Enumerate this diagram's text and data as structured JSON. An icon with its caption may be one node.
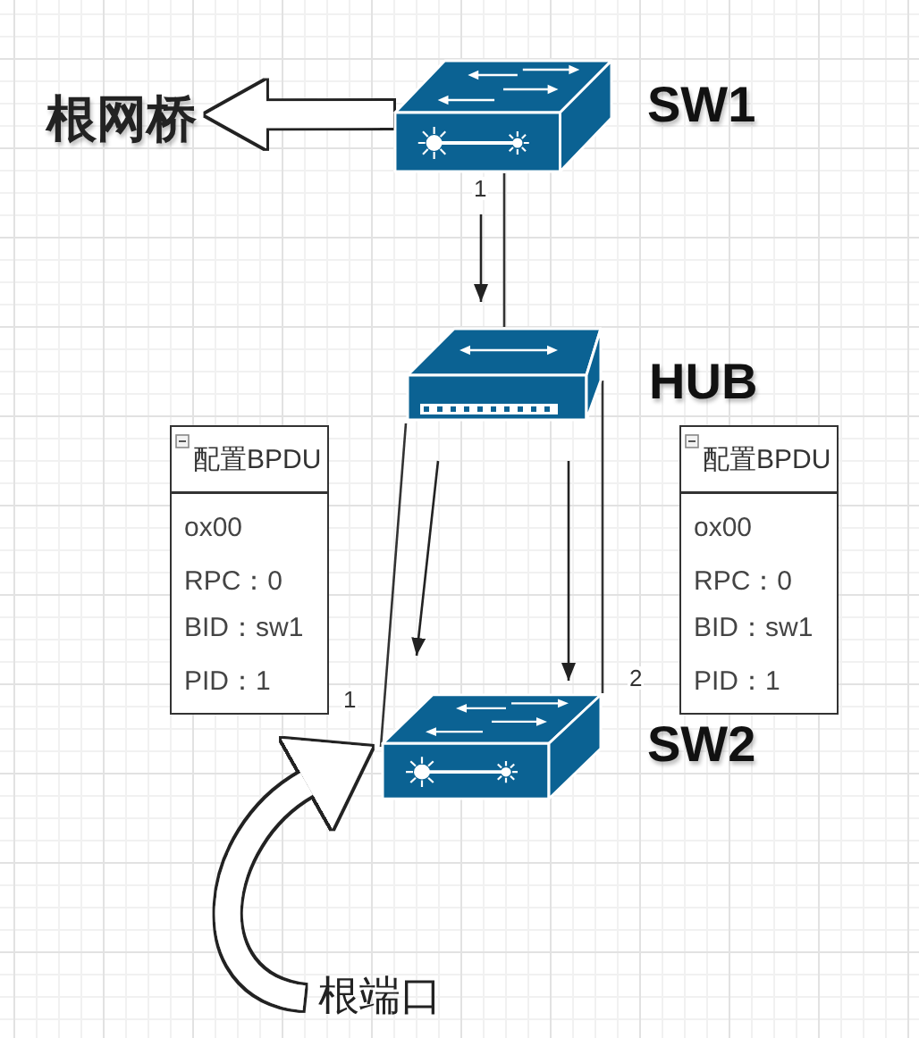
{
  "diagram": {
    "nodes": [
      {
        "text": [
          "根网桥"
        ]
      },
      {
        "text": [
          "SW1"
        ]
      },
      {
        "text": [
          "HUB"
        ]
      },
      {
        "text": [
          "配置BPDU",
          "ox00",
          "RPC：0",
          "BID：sw1",
          "PID：1"
        ]
      },
      {
        "text": [
          "配置BPDU",
          "ox00",
          "RPC：0",
          "BID：sw1",
          "PID：1"
        ]
      },
      {
        "text": [
          "SW2"
        ]
      },
      {
        "text": [
          "根端口"
        ]
      }
    ],
    "edges": [
      {
        "from": 1,
        "to": 0,
        "arrow": "to",
        "style": "thick",
        "color": "#ffffff"
      },
      {
        "from": 1,
        "to": 2,
        "arrow": "none",
        "label": "1"
      },
      {
        "from": 2,
        "to": 5,
        "arrow": "none",
        "label": "1"
      },
      {
        "from": 2,
        "to": 5,
        "arrow": "none",
        "label": "2"
      },
      {
        "from": 6,
        "to": 5,
        "arrow": "to",
        "style": "thick",
        "color": "#ffffff"
      }
    ]
  }
}
